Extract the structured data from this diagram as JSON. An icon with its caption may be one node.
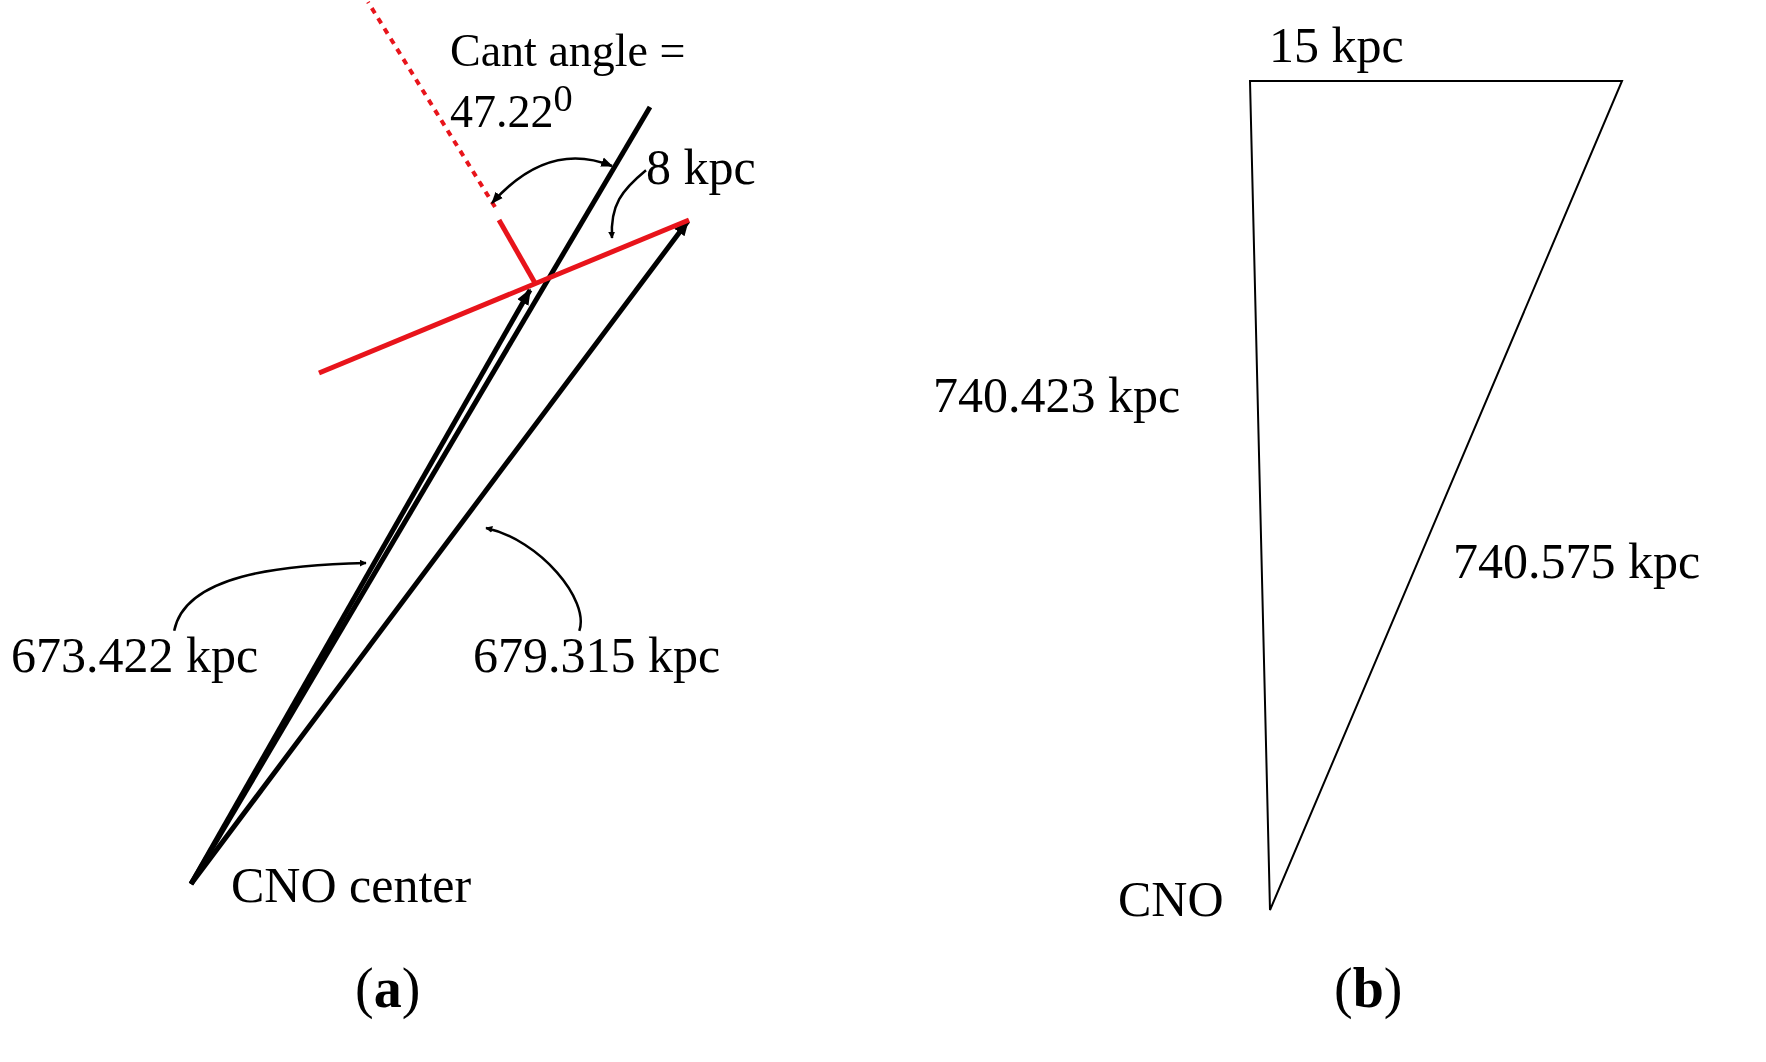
{
  "diagram": {
    "nodes": [
      {
        "text": [
          "673.422 kpc"
        ]
      },
      {
        "text": [
          "679.315 kpc"
        ]
      },
      {
        "text": [
          "8 kpc"
        ]
      }
    ],
    "edges": [
      {
        "from": 0,
        "to": null,
        "arrow": "to"
      },
      {
        "from": 1,
        "to": null,
        "arrow": "to"
      },
      {
        "from": 2,
        "to": null,
        "arrow": "to"
      }
    ],
    "labels": [
      "Cant angle = 47.22$^{0}$",
      "CNO center",
      "(**a**)",
      "15 kpc",
      "740.423 kpc",
      "740.575 kpc",
      "CNO",
      "(**b**)"
    ]
  }
}
